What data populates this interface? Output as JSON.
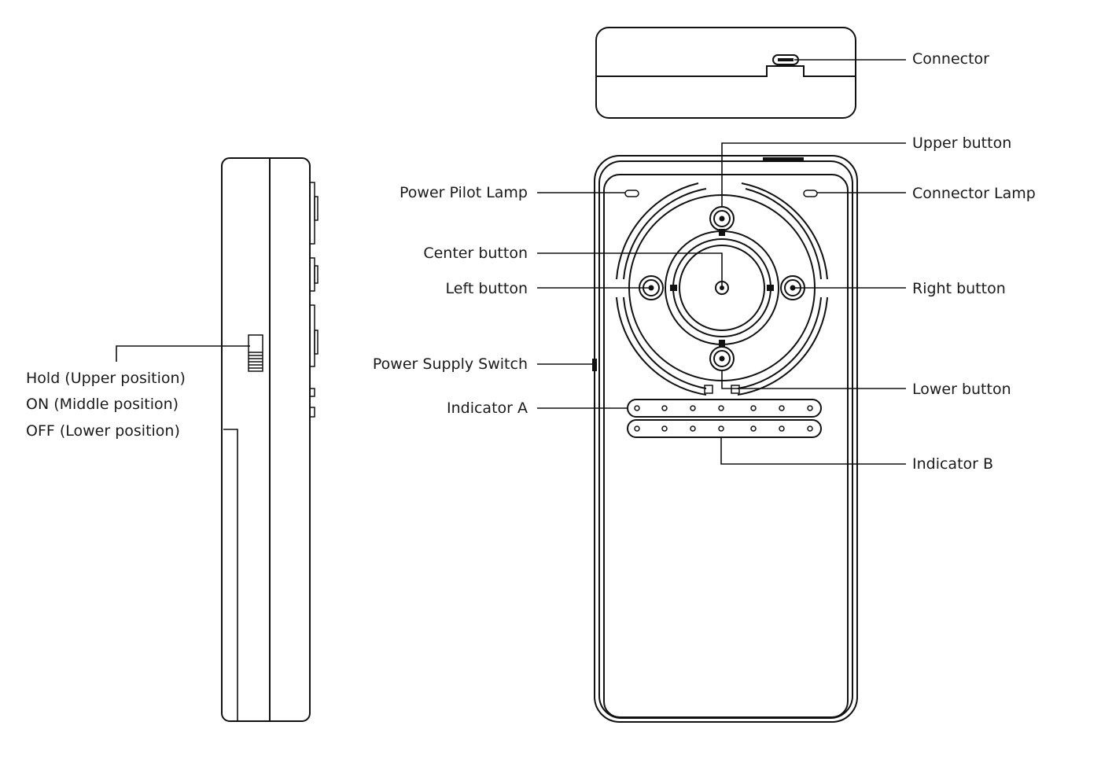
{
  "labels": {
    "connector": "Connector",
    "upper_button": "Upper button",
    "power_pilot_lamp": "Power Pilot Lamp",
    "connector_lamp": "Connector Lamp",
    "center_button": "Center button",
    "left_button": "Left button",
    "right_button": "Right button",
    "power_supply_switch": "Power Supply Switch",
    "lower_button": "Lower button",
    "indicator_a": "Indicator A",
    "indicator_b": "Indicator B"
  },
  "switch_positions": {
    "hold": "Hold (Upper position)",
    "on": "ON  (Middle position)",
    "off": "OFF (Lower position)"
  }
}
